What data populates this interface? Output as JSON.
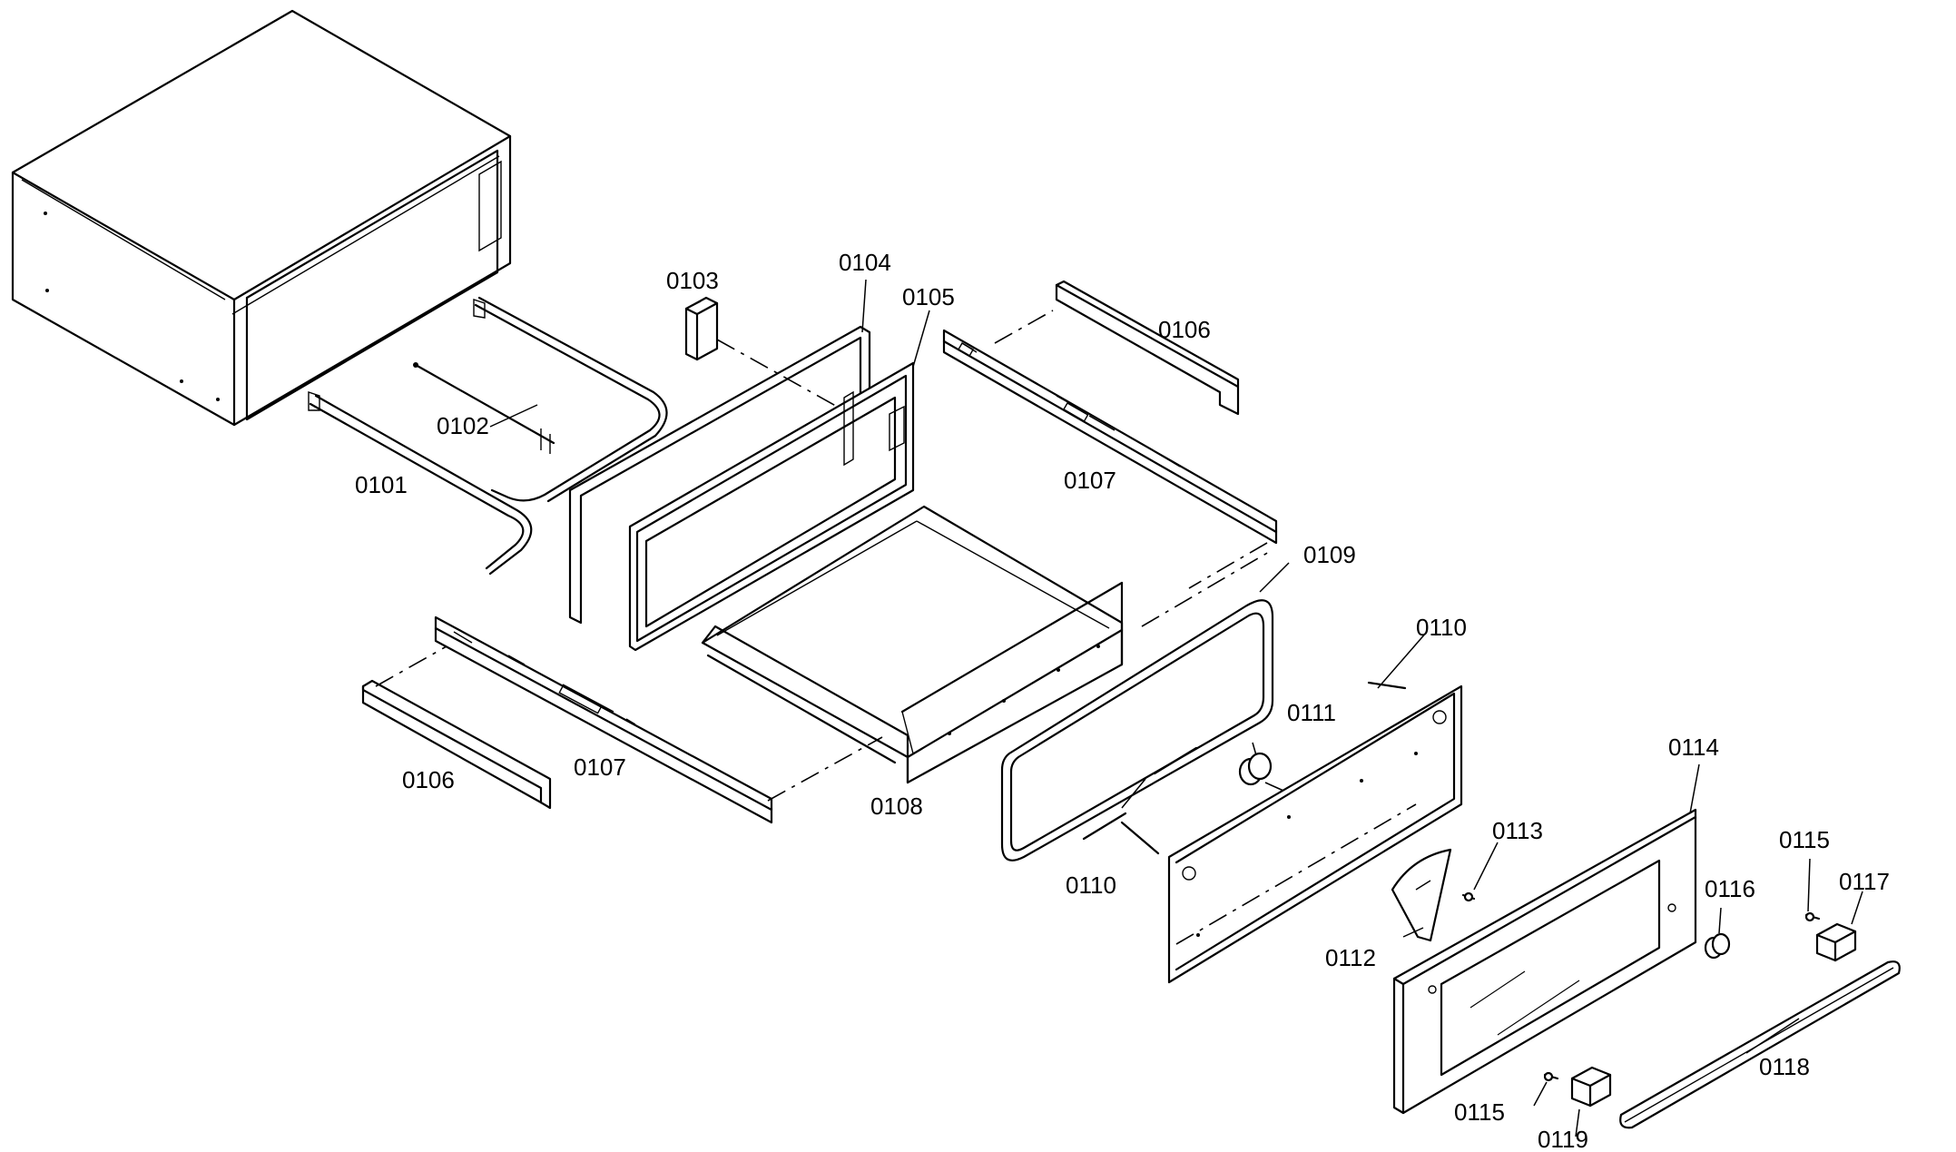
{
  "diagram": {
    "type": "exploded-parts-view",
    "callouts": {
      "p0101": "0101",
      "p0102": "0102",
      "p0103": "0103",
      "p0104": "0104",
      "p0105": "0105",
      "p0106a": "0106",
      "p0106b": "0106",
      "p0107a": "0107",
      "p0107b": "0107",
      "p0108": "0108",
      "p0109": "0109",
      "p0110a": "0110",
      "p0110b": "0110",
      "p0111": "0111",
      "p0112": "0112",
      "p0113": "0113",
      "p0114": "0114",
      "p0115a": "0115",
      "p0115b": "0115",
      "p0116": "0116",
      "p0117": "0117",
      "p0118": "0118",
      "p0119": "0119"
    }
  }
}
